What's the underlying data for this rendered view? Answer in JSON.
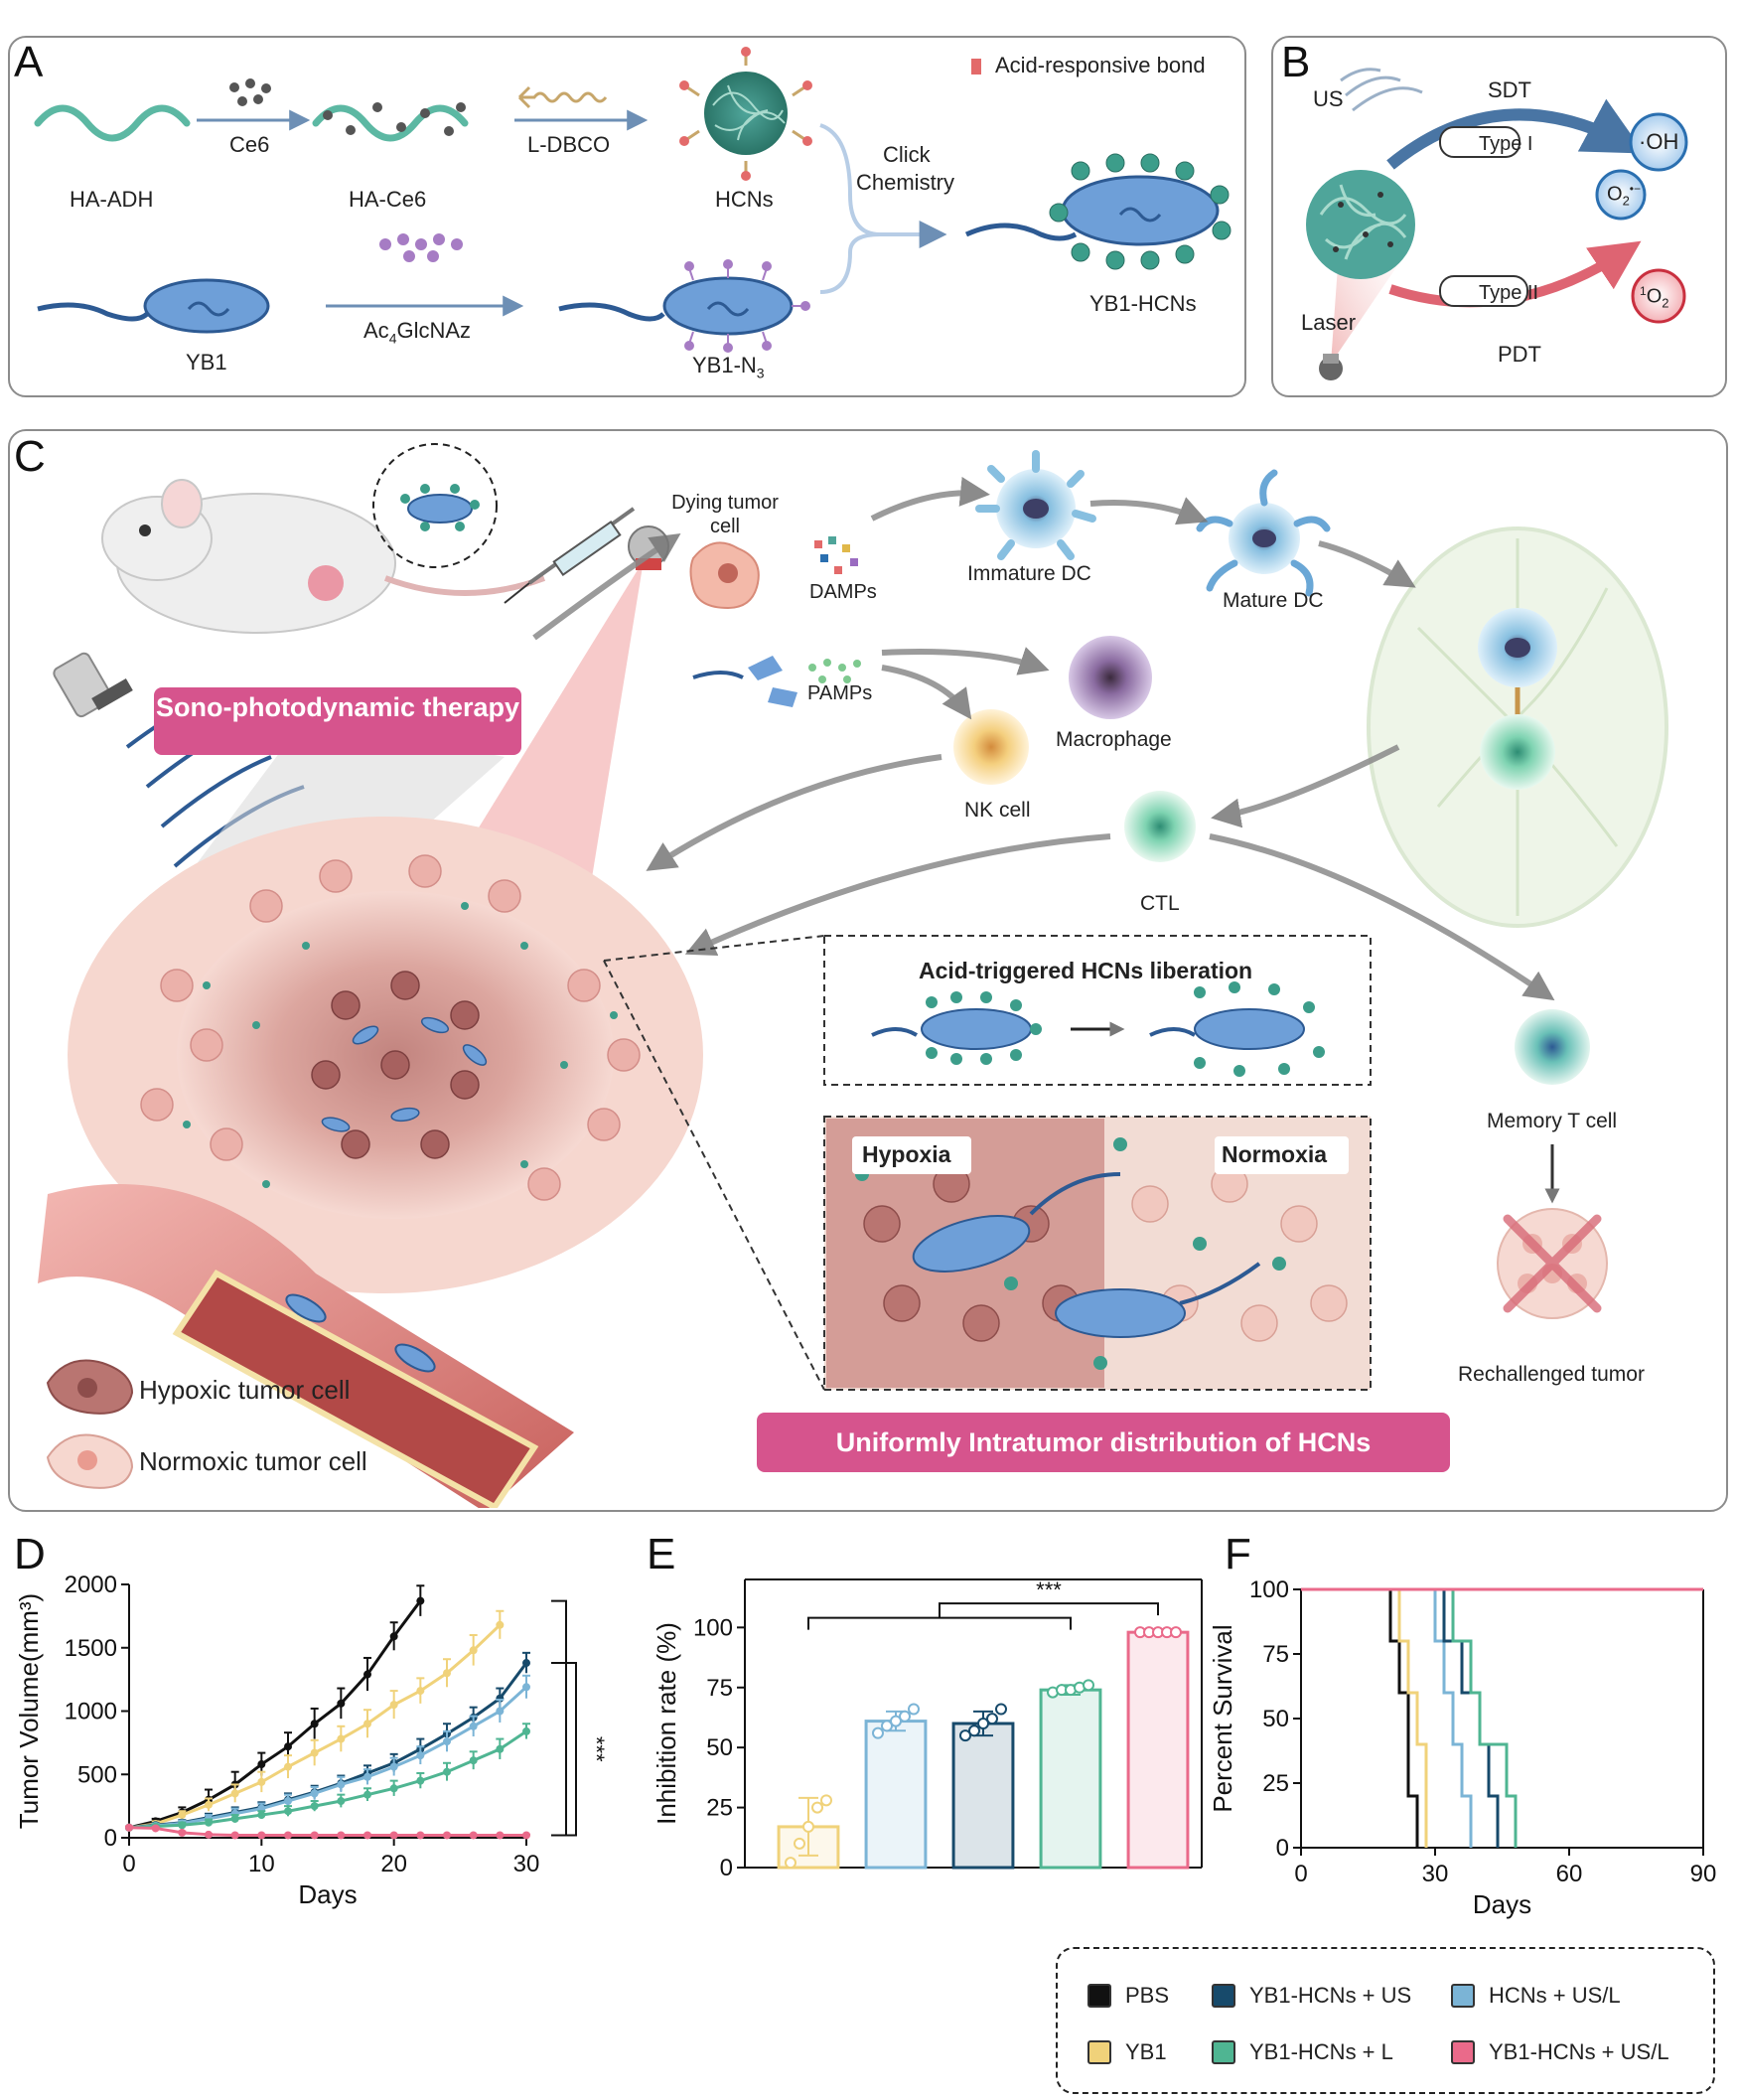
{
  "panels": {
    "a": {
      "letter": "A",
      "acid_bond_legend": "Acid-responsive bond",
      "ce6": "Ce6",
      "ldbco": "L-DBCO",
      "ha_adh": "HA-ADH",
      "ha_ce6": "HA-Ce6",
      "hcns": "HCNs",
      "click": "Click",
      "chemistry": "Chemistry",
      "yb1": "YB1",
      "ac4": "Ac",
      "ac4_sub": "4",
      "glcnaz": "GlcNAz",
      "yb1n3": "YB1-N",
      "yb1n3_sub": "3",
      "yb1hcns": "YB1-HCNs"
    },
    "b": {
      "letter": "B",
      "us": "US",
      "sdt": "SDT",
      "type1": "Type I",
      "oh": "·OH",
      "o2": "O",
      "o2_sub": "2",
      "o2_sup": "•−",
      "laser": "Laser",
      "type2": "Type II",
      "singlet_sup": "1",
      "singlet": "O",
      "singlet_sub": "2",
      "pdt": "PDT"
    },
    "c": {
      "letter": "C",
      "dying_tumor_cell": "Dying tumor cell",
      "damps": "DAMPs",
      "pamps": "PAMPs",
      "immature_dc": "Immature DC",
      "mature_dc": "Mature DC",
      "macrophage": "Macrophage",
      "nk_cell": "NK cell",
      "ctl": "CTL",
      "memory_t": "Memory T cell",
      "rechallenged": "Rechallenged tumor",
      "therapy": "Sono-photodynamic therapy",
      "acid_liberation": "Acid-triggered HCNs liberation",
      "hypoxia": "Hypoxia",
      "normoxia": "Normoxia",
      "hypoxic_cell": "Hypoxic tumor cell",
      "normoxic_cell": "Normoxic tumor cell",
      "uniform": "Uniformly Intratumor distribution of HCNs"
    },
    "d": {
      "letter": "D"
    },
    "e": {
      "letter": "E"
    },
    "f": {
      "letter": "F"
    }
  },
  "legend": {
    "items": [
      {
        "label": "PBS",
        "color": "#111111"
      },
      {
        "label": "YB1-HCNs + US",
        "color": "#174a6b"
      },
      {
        "label": "HCNs + US/L",
        "color": "#7bb4d6"
      },
      {
        "label": "YB1",
        "color": "#f0d27a"
      },
      {
        "label": "YB1-HCNs + L",
        "color": "#4fb592"
      },
      {
        "label": "YB1-HCNs + US/L",
        "color": "#ea6a8a"
      }
    ]
  },
  "chart_data": [
    {
      "panel": "D",
      "type": "line",
      "xlabel": "Days",
      "ylabel": "Tumor Volume(mm³)",
      "xlim": [
        0,
        30
      ],
      "ylim": [
        0,
        2000
      ],
      "xticks": [
        0,
        10,
        20,
        30
      ],
      "yticks": [
        0,
        500,
        1000,
        1500,
        2000
      ],
      "annotation": "***",
      "series": [
        {
          "name": "PBS",
          "color": "#111111",
          "x": [
            0,
            2,
            4,
            6,
            8,
            10,
            12,
            14,
            16,
            18,
            20,
            22
          ],
          "y": [
            80,
            130,
            200,
            300,
            420,
            580,
            720,
            900,
            1060,
            1290,
            1590,
            1870
          ],
          "err": [
            10,
            20,
            40,
            80,
            100,
            90,
            110,
            120,
            120,
            130,
            110,
            120
          ]
        },
        {
          "name": "YB1",
          "color": "#f0d27a",
          "x": [
            0,
            2,
            4,
            6,
            8,
            10,
            12,
            14,
            16,
            18,
            20,
            22,
            24,
            26,
            28
          ],
          "y": [
            80,
            110,
            180,
            260,
            350,
            440,
            560,
            670,
            780,
            900,
            1050,
            1160,
            1300,
            1480,
            1680
          ],
          "err": [
            10,
            20,
            30,
            50,
            70,
            80,
            90,
            100,
            100,
            110,
            110,
            100,
            110,
            120,
            110
          ]
        },
        {
          "name": "YB1-HCNs + US",
          "color": "#174a6b",
          "x": [
            0,
            2,
            4,
            6,
            8,
            10,
            12,
            14,
            16,
            18,
            20,
            22,
            24,
            26,
            28,
            30
          ],
          "y": [
            80,
            100,
            120,
            160,
            200,
            240,
            300,
            360,
            430,
            510,
            590,
            700,
            820,
            950,
            1100,
            1380
          ],
          "err": [
            10,
            15,
            20,
            30,
            40,
            40,
            50,
            50,
            60,
            60,
            70,
            80,
            80,
            80,
            80,
            80
          ]
        },
        {
          "name": "HCNs + US/L",
          "color": "#7bb4d6",
          "x": [
            0,
            2,
            4,
            6,
            8,
            10,
            12,
            14,
            16,
            18,
            20,
            22,
            24,
            26,
            28,
            30
          ],
          "y": [
            80,
            95,
            115,
            150,
            190,
            230,
            290,
            350,
            420,
            480,
            560,
            650,
            760,
            880,
            1000,
            1190
          ],
          "err": [
            10,
            15,
            20,
            30,
            40,
            40,
            50,
            50,
            60,
            60,
            70,
            70,
            80,
            80,
            90,
            90
          ]
        },
        {
          "name": "YB1-HCNs + L",
          "color": "#4fb592",
          "x": [
            0,
            2,
            4,
            6,
            8,
            10,
            12,
            14,
            16,
            18,
            20,
            22,
            24,
            26,
            28,
            30
          ],
          "y": [
            80,
            90,
            100,
            120,
            150,
            180,
            210,
            250,
            290,
            340,
            390,
            450,
            520,
            610,
            700,
            840
          ],
          "err": [
            10,
            15,
            20,
            25,
            30,
            30,
            40,
            40,
            50,
            50,
            60,
            60,
            70,
            70,
            80,
            60
          ]
        },
        {
          "name": "YB1-HCNs + US/L",
          "color": "#ea6a8a",
          "x": [
            0,
            2,
            4,
            6,
            8,
            10,
            12,
            14,
            16,
            18,
            20,
            22,
            24,
            26,
            28,
            30
          ],
          "y": [
            80,
            75,
            40,
            25,
            20,
            20,
            20,
            20,
            20,
            20,
            20,
            20,
            20,
            20,
            20,
            20
          ],
          "err": [
            10,
            10,
            10,
            5,
            5,
            5,
            5,
            5,
            5,
            5,
            5,
            5,
            5,
            5,
            5,
            5
          ]
        }
      ]
    },
    {
      "panel": "E",
      "type": "bar",
      "ylabel": "Inhibition rate (%)",
      "ylim": [
        0,
        120
      ],
      "yticks": [
        0,
        25,
        50,
        75,
        100
      ],
      "annotation": "***",
      "bars": [
        {
          "color": "#f0d27a",
          "mean": 17,
          "sd": 12,
          "points": [
            2,
            10,
            17,
            25,
            28
          ]
        },
        {
          "color": "#7bb4d6",
          "mean": 61,
          "sd": 4,
          "points": [
            56,
            59,
            61,
            63,
            66
          ]
        },
        {
          "color": "#174a6b",
          "mean": 60,
          "sd": 5,
          "points": [
            55,
            57,
            60,
            62,
            66
          ]
        },
        {
          "color": "#4fb592",
          "mean": 74,
          "sd": 2,
          "points": [
            73,
            74,
            74,
            75,
            76
          ]
        },
        {
          "color": "#ea6a8a",
          "mean": 98,
          "sd": 0.5,
          "points": [
            98,
            98,
            98,
            98,
            98
          ]
        }
      ]
    },
    {
      "panel": "F",
      "type": "line",
      "subtype": "step",
      "xlabel": "Days",
      "ylabel": "Percent Survival",
      "xlim": [
        0,
        90
      ],
      "ylim": [
        0,
        100
      ],
      "xticks": [
        0,
        30,
        60,
        90
      ],
      "yticks": [
        0,
        25,
        50,
        75,
        100
      ],
      "series": [
        {
          "name": "PBS",
          "color": "#111111",
          "steps": [
            [
              0,
              100
            ],
            [
              20,
              100
            ],
            [
              20,
              80
            ],
            [
              22,
              80
            ],
            [
              22,
              60
            ],
            [
              24,
              60
            ],
            [
              24,
              20
            ],
            [
              26,
              20
            ],
            [
              26,
              0
            ]
          ]
        },
        {
          "name": "YB1",
          "color": "#f0d27a",
          "steps": [
            [
              0,
              100
            ],
            [
              22,
              100
            ],
            [
              22,
              80
            ],
            [
              24,
              80
            ],
            [
              24,
              60
            ],
            [
              26,
              60
            ],
            [
              26,
              40
            ],
            [
              28,
              40
            ],
            [
              28,
              0
            ]
          ]
        },
        {
          "name": "HCNs + US/L",
          "color": "#7bb4d6",
          "steps": [
            [
              0,
              100
            ],
            [
              30,
              100
            ],
            [
              30,
              80
            ],
            [
              32,
              80
            ],
            [
              32,
              60
            ],
            [
              34,
              60
            ],
            [
              34,
              40
            ],
            [
              36,
              40
            ],
            [
              36,
              20
            ],
            [
              38,
              20
            ],
            [
              38,
              0
            ]
          ]
        },
        {
          "name": "YB1-HCNs + US",
          "color": "#174a6b",
          "steps": [
            [
              0,
              100
            ],
            [
              32,
              100
            ],
            [
              32,
              80
            ],
            [
              36,
              80
            ],
            [
              36,
              60
            ],
            [
              40,
              60
            ],
            [
              40,
              40
            ],
            [
              42,
              40
            ],
            [
              42,
              20
            ],
            [
              44,
              20
            ],
            [
              44,
              0
            ]
          ]
        },
        {
          "name": "YB1-HCNs + L",
          "color": "#4fb592",
          "steps": [
            [
              0,
              100
            ],
            [
              34,
              100
            ],
            [
              34,
              80
            ],
            [
              38,
              80
            ],
            [
              38,
              60
            ],
            [
              40,
              60
            ],
            [
              40,
              40
            ],
            [
              46,
              40
            ],
            [
              46,
              20
            ],
            [
              48,
              20
            ],
            [
              48,
              0
            ]
          ]
        },
        {
          "name": "YB1-HCNs + US/L",
          "color": "#ea6a8a",
          "steps": [
            [
              0,
              100
            ],
            [
              90,
              100
            ]
          ]
        }
      ]
    }
  ]
}
